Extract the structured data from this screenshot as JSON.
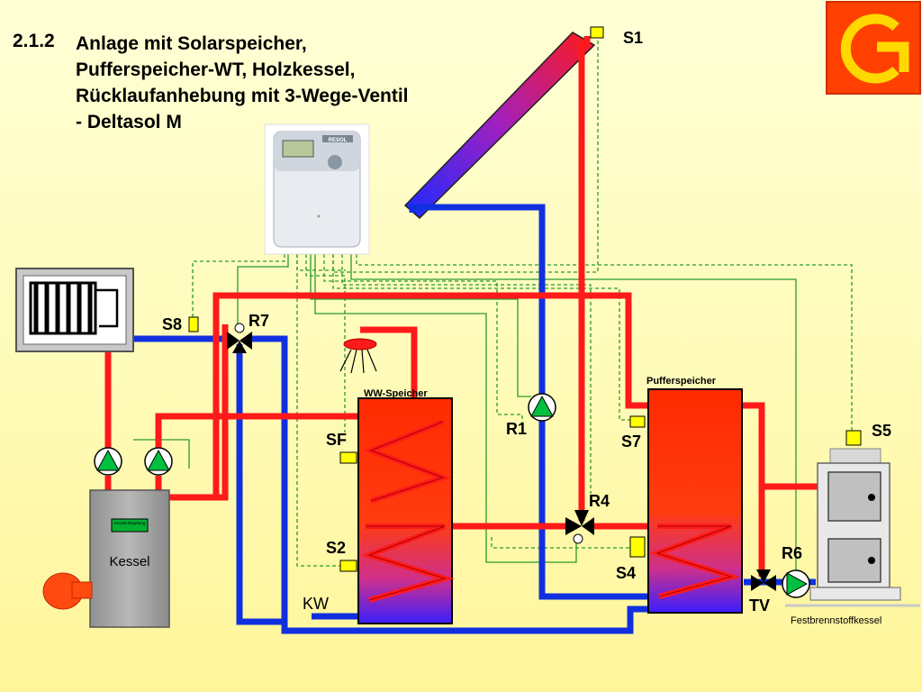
{
  "title": {
    "number": "2.1.2",
    "lines": [
      "Anlage mit Solarspeicher,",
      "Pufferspeicher-WT, Holzkessel,",
      "Rücklaufanhebung mit 3-Wege-Ventil",
      "- Deltasol M"
    ]
  },
  "controller": {
    "brand": "RESOL"
  },
  "sensors": {
    "s1": "S1",
    "s2": "S2",
    "s4": "S4",
    "s5": "S5",
    "s7": "S7",
    "s8": "S8",
    "sf": "SF"
  },
  "relays": {
    "r1": "R1",
    "r4": "R4",
    "r6": "R6",
    "r7": "R7"
  },
  "components": {
    "ww_speicher": "WW-Speicher",
    "pufferspeicher": "Pufferspeicher",
    "kessel": "Kessel",
    "kessel_regelung": "Kessel-Regelung",
    "festbrennstoffkessel": "Festbrennstoffkessel",
    "kw": "KW",
    "tv": "TV"
  },
  "colors": {
    "hot": "#ff1a1a",
    "cold": "#1030e0",
    "sensor": "#ffff00",
    "pump": "#00c040",
    "wire": "#2a9a2a",
    "logo_bg": "#ff4000",
    "logo_fg": "#ffd800"
  }
}
